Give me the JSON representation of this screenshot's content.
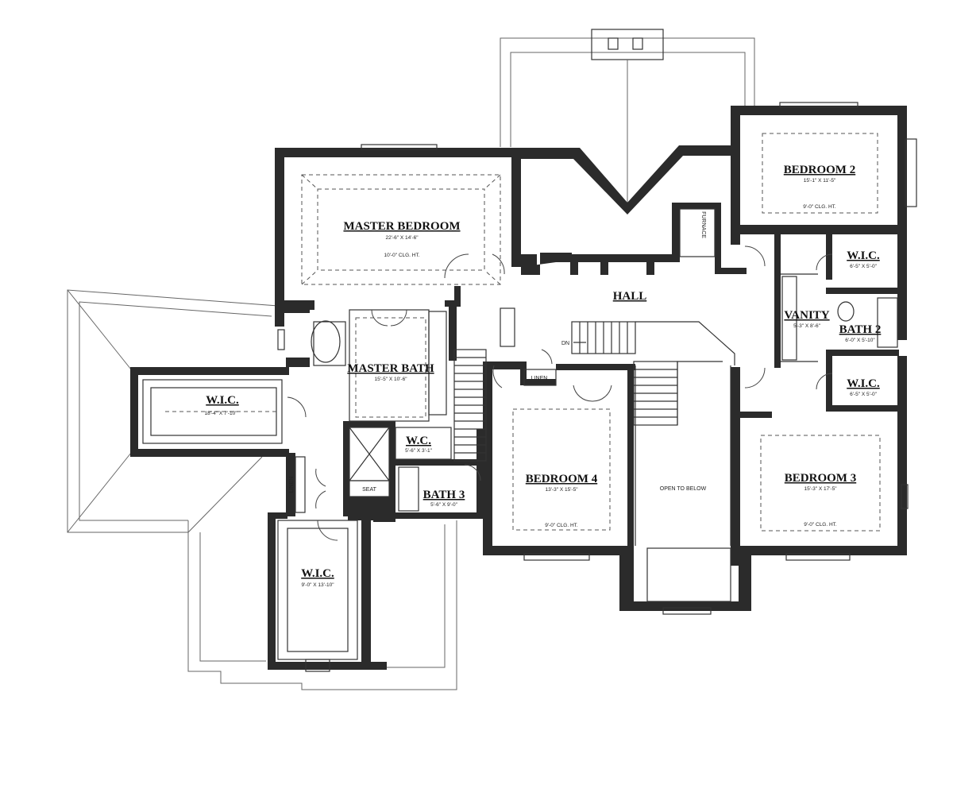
{
  "rooms": {
    "master_bedroom": {
      "name": "MASTER BEDROOM",
      "size": "22'-6\" X 14'-6\"",
      "ceiling": "10'-0\" CLG. HT."
    },
    "bedroom2": {
      "name": "BEDROOM 2",
      "size": "15'-1\" X 11'-5\"",
      "ceiling": "9'-0\" CLG. HT."
    },
    "bedroom3": {
      "name": "BEDROOM 3",
      "size": "15'-3\" X 17'-5\"",
      "ceiling": "9'-0\" CLG. HT."
    },
    "bedroom4": {
      "name": "BEDROOM 4",
      "size": "13'-3\" X 15'-5\"",
      "ceiling": "9'-0\" CLG. HT."
    },
    "master_bath": {
      "name": "MASTER BATH",
      "size": "15'-5\" X 10'-6\""
    },
    "wic_master_left": {
      "name": "W.I.C.",
      "size": "18'-4\" X 7'-10\""
    },
    "wic_lower": {
      "name": "W.I.C.",
      "size": "9'-0\" X 13'-10\""
    },
    "wic_b2": {
      "name": "W.I.C.",
      "size": "6'-5\" X 5'-0\""
    },
    "wic_b3": {
      "name": "W.I.C.",
      "size": "6'-5\" X 5'-0\""
    },
    "wc": {
      "name": "W.C.",
      "size": "5'-6\" X 3'-1\""
    },
    "bath2": {
      "name": "BATH 2",
      "size": "6'-0\" X 5'-10\""
    },
    "bath3": {
      "name": "BATH 3",
      "size": "5'-6\" X 9'-0\""
    },
    "vanity": {
      "name": "VANITY",
      "size": "5'-3\" X 8'-6\""
    },
    "hall": {
      "name": "HALL"
    }
  },
  "labels": {
    "furnace": "FURNACE",
    "linen_left": "LINEN",
    "linen_center": "LINEN",
    "seat": "SEAT",
    "down": "DN",
    "open_to_below": "OPEN TO BELOW"
  }
}
